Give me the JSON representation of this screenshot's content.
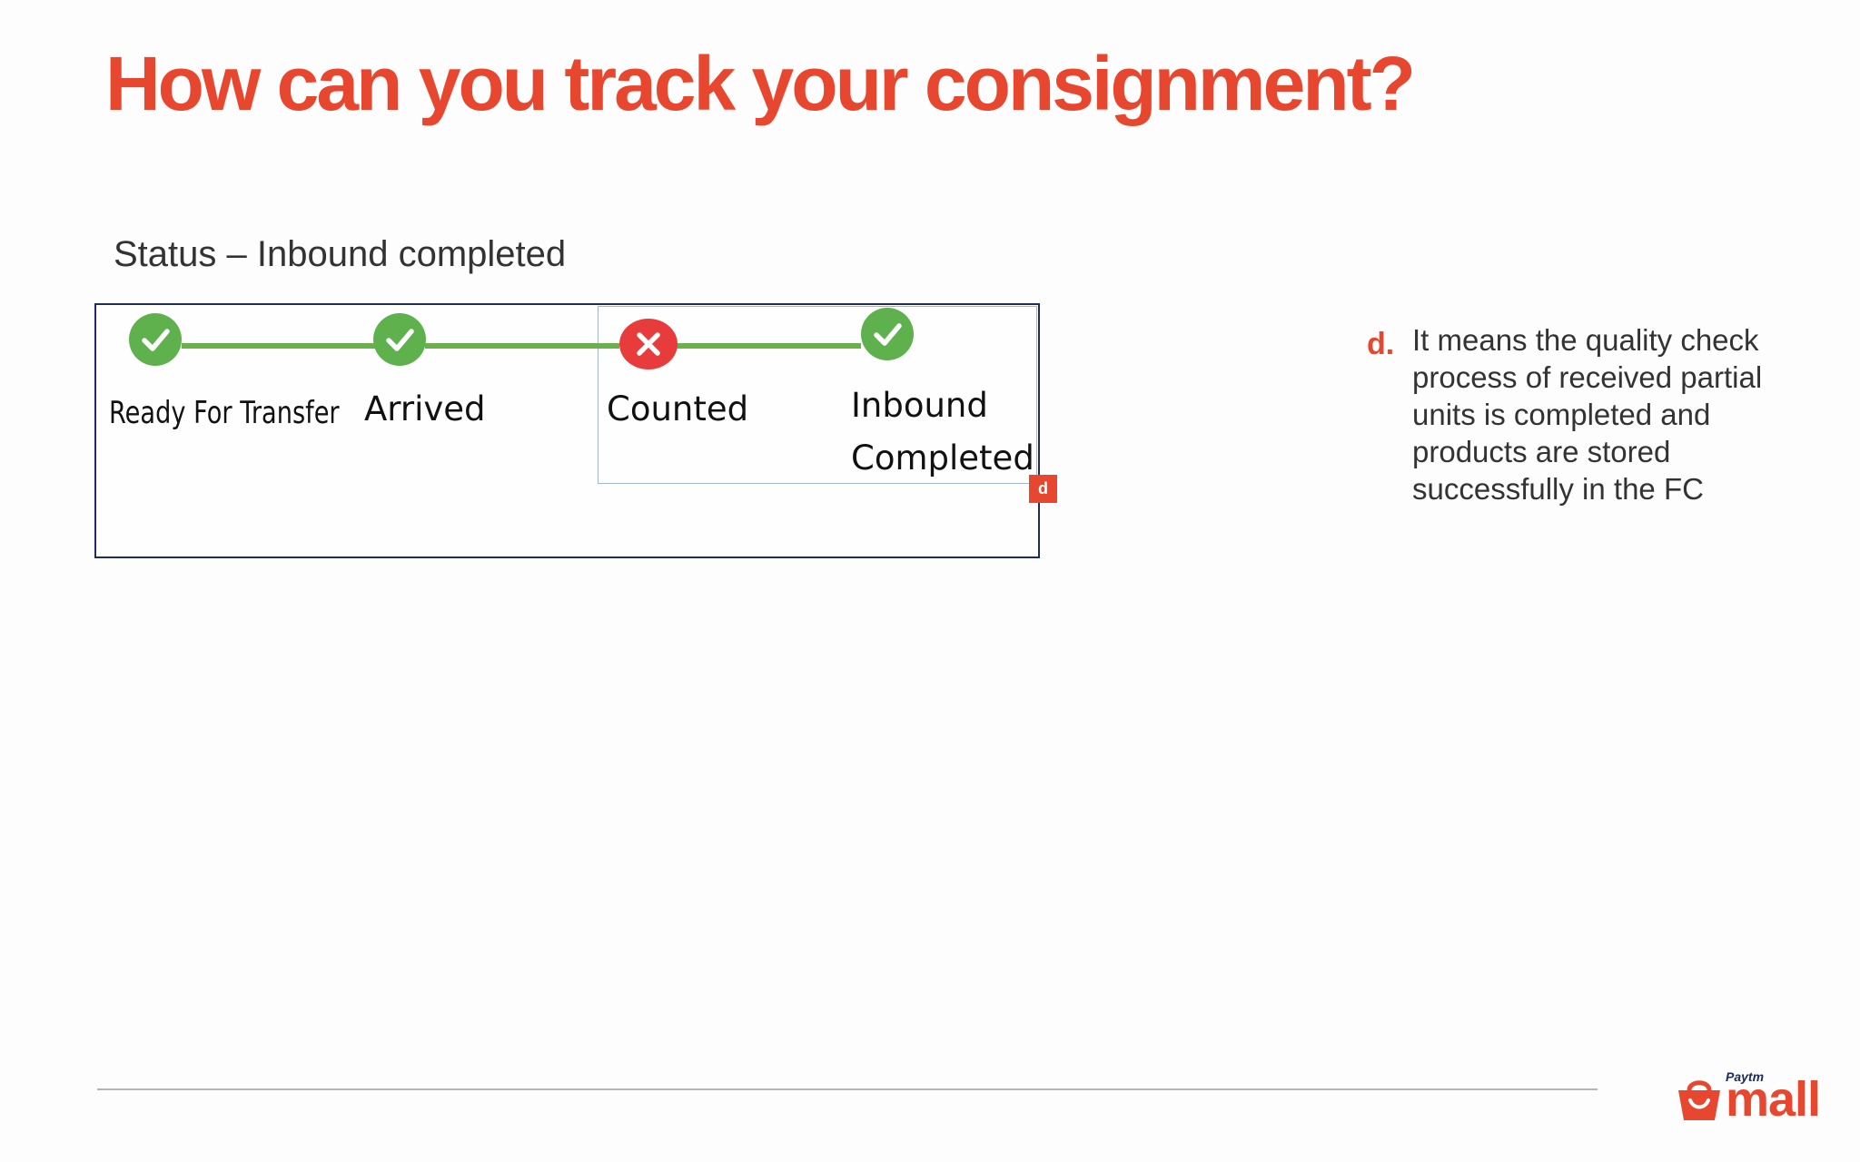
{
  "slide": {
    "title": "How can you track your consignment?",
    "status_heading": "Status – Inbound completed"
  },
  "tracker": {
    "steps": [
      {
        "label": "Ready For Transfer",
        "state": "done",
        "icon": "check-circle-icon"
      },
      {
        "label": "Arrived",
        "state": "done",
        "icon": "check-circle-icon"
      },
      {
        "label": "Counted",
        "state": "failed",
        "icon": "cross-circle-icon"
      },
      {
        "label": "Inbound\nCompleted",
        "state": "done",
        "icon": "check-circle-icon"
      }
    ],
    "marker": "d"
  },
  "note": {
    "marker": "d.",
    "text": "It means the quality check process of received partial units is completed and products are stored successfully in the FC"
  },
  "footer": {
    "logo_small": "Paytm",
    "logo_main": "mall",
    "logo_icon": "shopping-bag-icon"
  },
  "colors": {
    "accent": "#e8472f",
    "success": "#5fb14e",
    "failure": "#e83b3b",
    "connector": "#6ab04c",
    "frame": "#1f2d5c"
  }
}
